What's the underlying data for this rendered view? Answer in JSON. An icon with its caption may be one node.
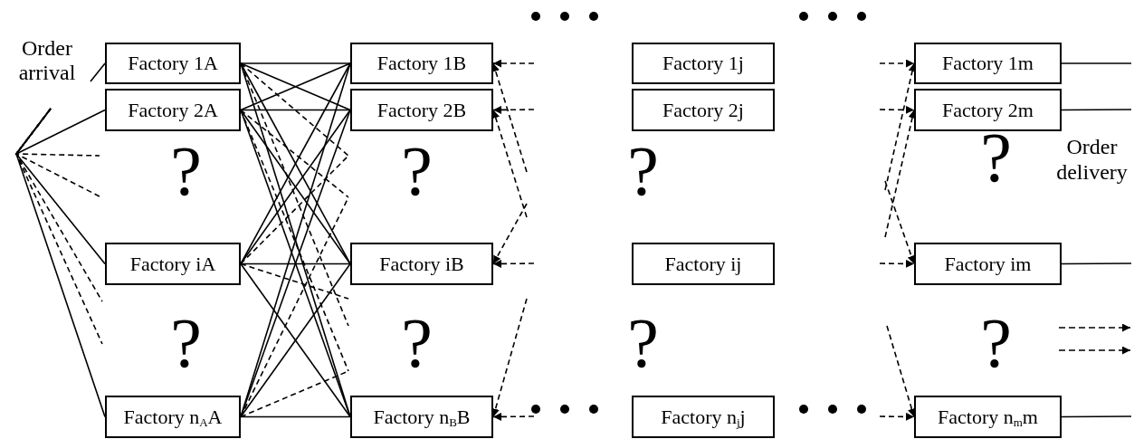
{
  "diagram": {
    "nodes": [
      {
        "text": [
          "Order arrival"
        ]
      },
      {
        "text": [
          "Factory 1A"
        ]
      },
      {
        "text": [
          "Factory 2A"
        ]
      },
      {
        "text": [
          "Factory iA"
        ]
      },
      {
        "text": [
          "Factory n$_{A}$A"
        ]
      },
      {
        "text": [
          "Factory 1B"
        ]
      },
      {
        "text": [
          "Factory 2B"
        ]
      },
      {
        "text": [
          "Factory iB"
        ]
      },
      {
        "text": [
          "Factory n$_{B}$B"
        ]
      },
      {
        "text": [
          "Factory 1j"
        ]
      },
      {
        "text": [
          "Factory 2j"
        ]
      },
      {
        "text": [
          "Factory ij"
        ]
      },
      {
        "text": [
          "Factory n$_{j}$j"
        ]
      },
      {
        "text": [
          "Factory 1m"
        ]
      },
      {
        "text": [
          "Factory 2m"
        ]
      },
      {
        "text": [
          "Factory im"
        ]
      },
      {
        "text": [
          "Factory n$_{m}$m"
        ]
      }
    ],
    "edges": [
      {
        "from": 0,
        "to": 1,
        "arrow": "none"
      },
      {
        "from": 0,
        "to": 2,
        "arrow": "none"
      },
      {
        "from": 0,
        "to": 3,
        "arrow": "none"
      },
      {
        "from": 0,
        "to": 4,
        "arrow": "none"
      },
      {
        "from": 0,
        "to": null,
        "arrow": "none",
        "style": "dashed"
      },
      {
        "from": 0,
        "to": null,
        "arrow": "none",
        "style": "dashed"
      },
      {
        "from": 0,
        "to": null,
        "arrow": "none",
        "style": "dashed"
      },
      {
        "from": 0,
        "to": null,
        "arrow": "none",
        "style": "dashed"
      },
      {
        "from": 1,
        "to": 5,
        "arrow": "none"
      },
      {
        "from": 1,
        "to": 6,
        "arrow": "none"
      },
      {
        "from": 1,
        "to": 7,
        "arrow": "none"
      },
      {
        "from": 1,
        "to": 8,
        "arrow": "none"
      },
      {
        "from": 2,
        "to": 5,
        "arrow": "none"
      },
      {
        "from": 2,
        "to": 6,
        "arrow": "none"
      },
      {
        "from": 2,
        "to": 7,
        "arrow": "none"
      },
      {
        "from": 2,
        "to": 8,
        "arrow": "none"
      },
      {
        "from": 3,
        "to": 5,
        "arrow": "none"
      },
      {
        "from": 3,
        "to": 6,
        "arrow": "none"
      },
      {
        "from": 3,
        "to": 7,
        "arrow": "none"
      },
      {
        "from": 3,
        "to": 8,
        "arrow": "none"
      },
      {
        "from": 4,
        "to": 5,
        "arrow": "none"
      },
      {
        "from": 4,
        "to": 6,
        "arrow": "none"
      },
      {
        "from": 4,
        "to": 7,
        "arrow": "none"
      },
      {
        "from": 4,
        "to": 8,
        "arrow": "none"
      },
      {
        "from": 1,
        "to": null,
        "arrow": "none",
        "style": "dashed"
      },
      {
        "from": 1,
        "to": null,
        "arrow": "none",
        "style": "dashed"
      },
      {
        "from": 2,
        "to": null,
        "arrow": "none",
        "style": "dashed"
      },
      {
        "from": 2,
        "to": null,
        "arrow": "none",
        "style": "dashed"
      },
      {
        "from": 3,
        "to": null,
        "arrow": "none",
        "style": "dashed"
      },
      {
        "from": 3,
        "to": null,
        "arrow": "none",
        "style": "dashed"
      },
      {
        "from": 4,
        "to": null,
        "arrow": "none",
        "style": "dashed"
      },
      {
        "from": 4,
        "to": null,
        "arrow": "none",
        "style": "dashed"
      },
      {
        "from": null,
        "to": 5,
        "arrow": "to",
        "style": "dashed"
      },
      {
        "from": null,
        "to": 5,
        "arrow": "to",
        "style": "dashed"
      },
      {
        "from": null,
        "to": 6,
        "arrow": "to",
        "style": "dashed"
      },
      {
        "from": null,
        "to": 6,
        "arrow": "to",
        "style": "dashed"
      },
      {
        "from": null,
        "to": 7,
        "arrow": "to",
        "style": "dashed"
      },
      {
        "from": null,
        "to": 7,
        "arrow": "to",
        "style": "dashed"
      },
      {
        "from": null,
        "to": 8,
        "arrow": "to",
        "style": "dashed"
      },
      {
        "from": null,
        "to": 8,
        "arrow": "to",
        "style": "dashed"
      },
      {
        "from": null,
        "to": 13,
        "arrow": "to",
        "style": "dashed"
      },
      {
        "from": null,
        "to": 13,
        "arrow": "to",
        "style": "dashed"
      },
      {
        "from": null,
        "to": 14,
        "arrow": "to",
        "style": "dashed"
      },
      {
        "from": null,
        "to": 14,
        "arrow": "to",
        "style": "dashed"
      },
      {
        "from": null,
        "to": 15,
        "arrow": "to",
        "style": "dashed"
      },
      {
        "from": null,
        "to": 15,
        "arrow": "to",
        "style": "dashed"
      },
      {
        "from": null,
        "to": 16,
        "arrow": "to",
        "style": "dashed"
      },
      {
        "from": null,
        "to": 16,
        "arrow": "to",
        "style": "dashed"
      },
      {
        "from": 13,
        "to": null,
        "arrow": "none"
      },
      {
        "from": 14,
        "to": null,
        "arrow": "none"
      },
      {
        "from": 15,
        "to": null,
        "arrow": "none"
      },
      {
        "from": 16,
        "to": null,
        "arrow": "none"
      }
    ],
    "labels": [
      "?",
      "?",
      "?",
      "?",
      "Order delivery",
      "?",
      "?",
      "?",
      "?"
    ]
  }
}
